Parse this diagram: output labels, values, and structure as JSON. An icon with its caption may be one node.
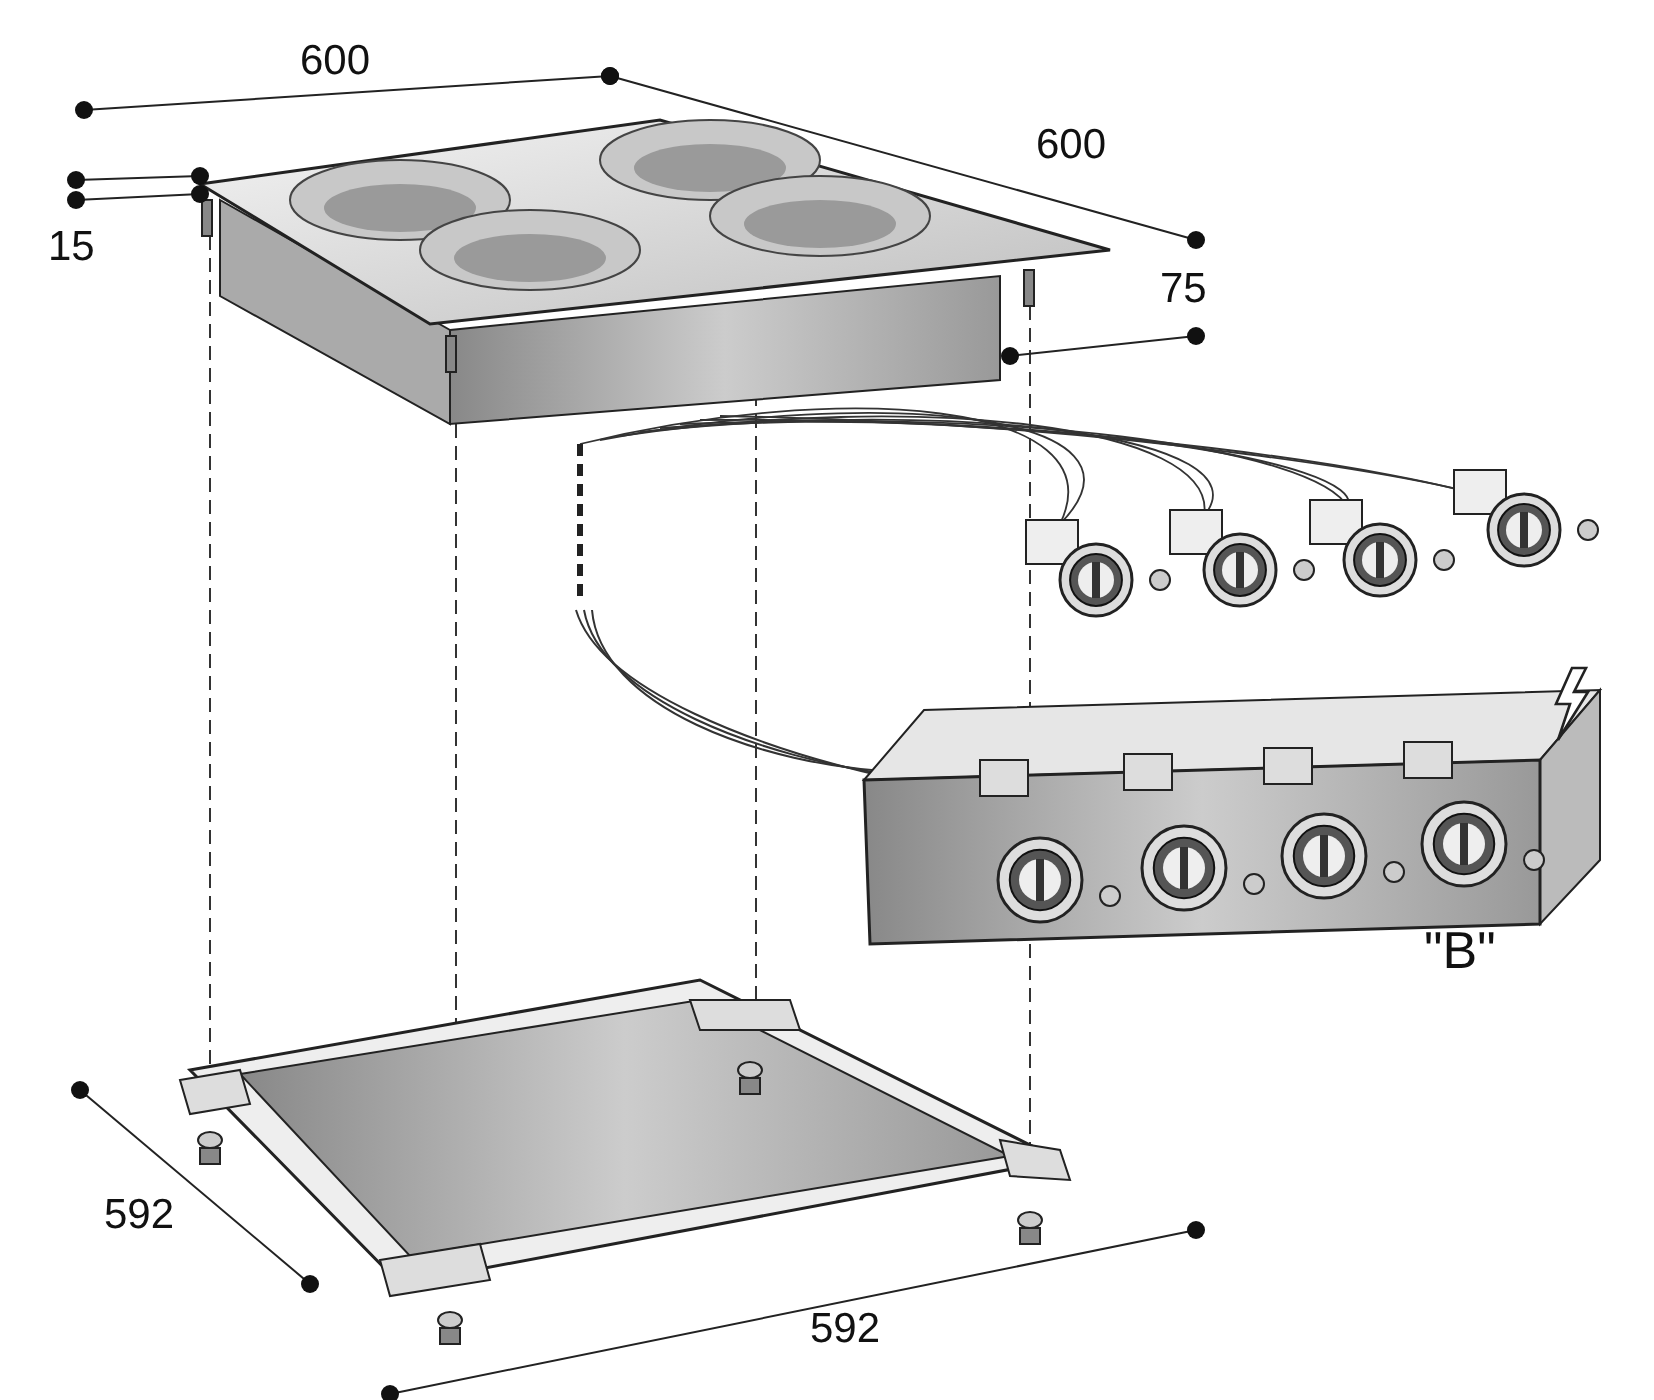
{
  "diagram": {
    "nodes": [
      {
        "text": [],
        "shape": "picture"
      },
      {
        "text": [],
        "shape": "picture"
      }
    ],
    "edges": [
      {
        "from": 0,
        "to": 1,
        "arrow": "none",
        "style": "dashed"
      },
      {
        "from": 0,
        "to": 1,
        "arrow": "none",
        "style": "dashed"
      },
      {
        "from": 0,
        "to": 1,
        "arrow": "none",
        "style": "dashed"
      },
      {
        "from": 0,
        "to": 1,
        "arrow": "none",
        "style": "dashed"
      }
    ],
    "labels": [
      "600",
      "600",
      "15",
      "75",
      "\"B\"",
      "592",
      "592"
    ]
  }
}
